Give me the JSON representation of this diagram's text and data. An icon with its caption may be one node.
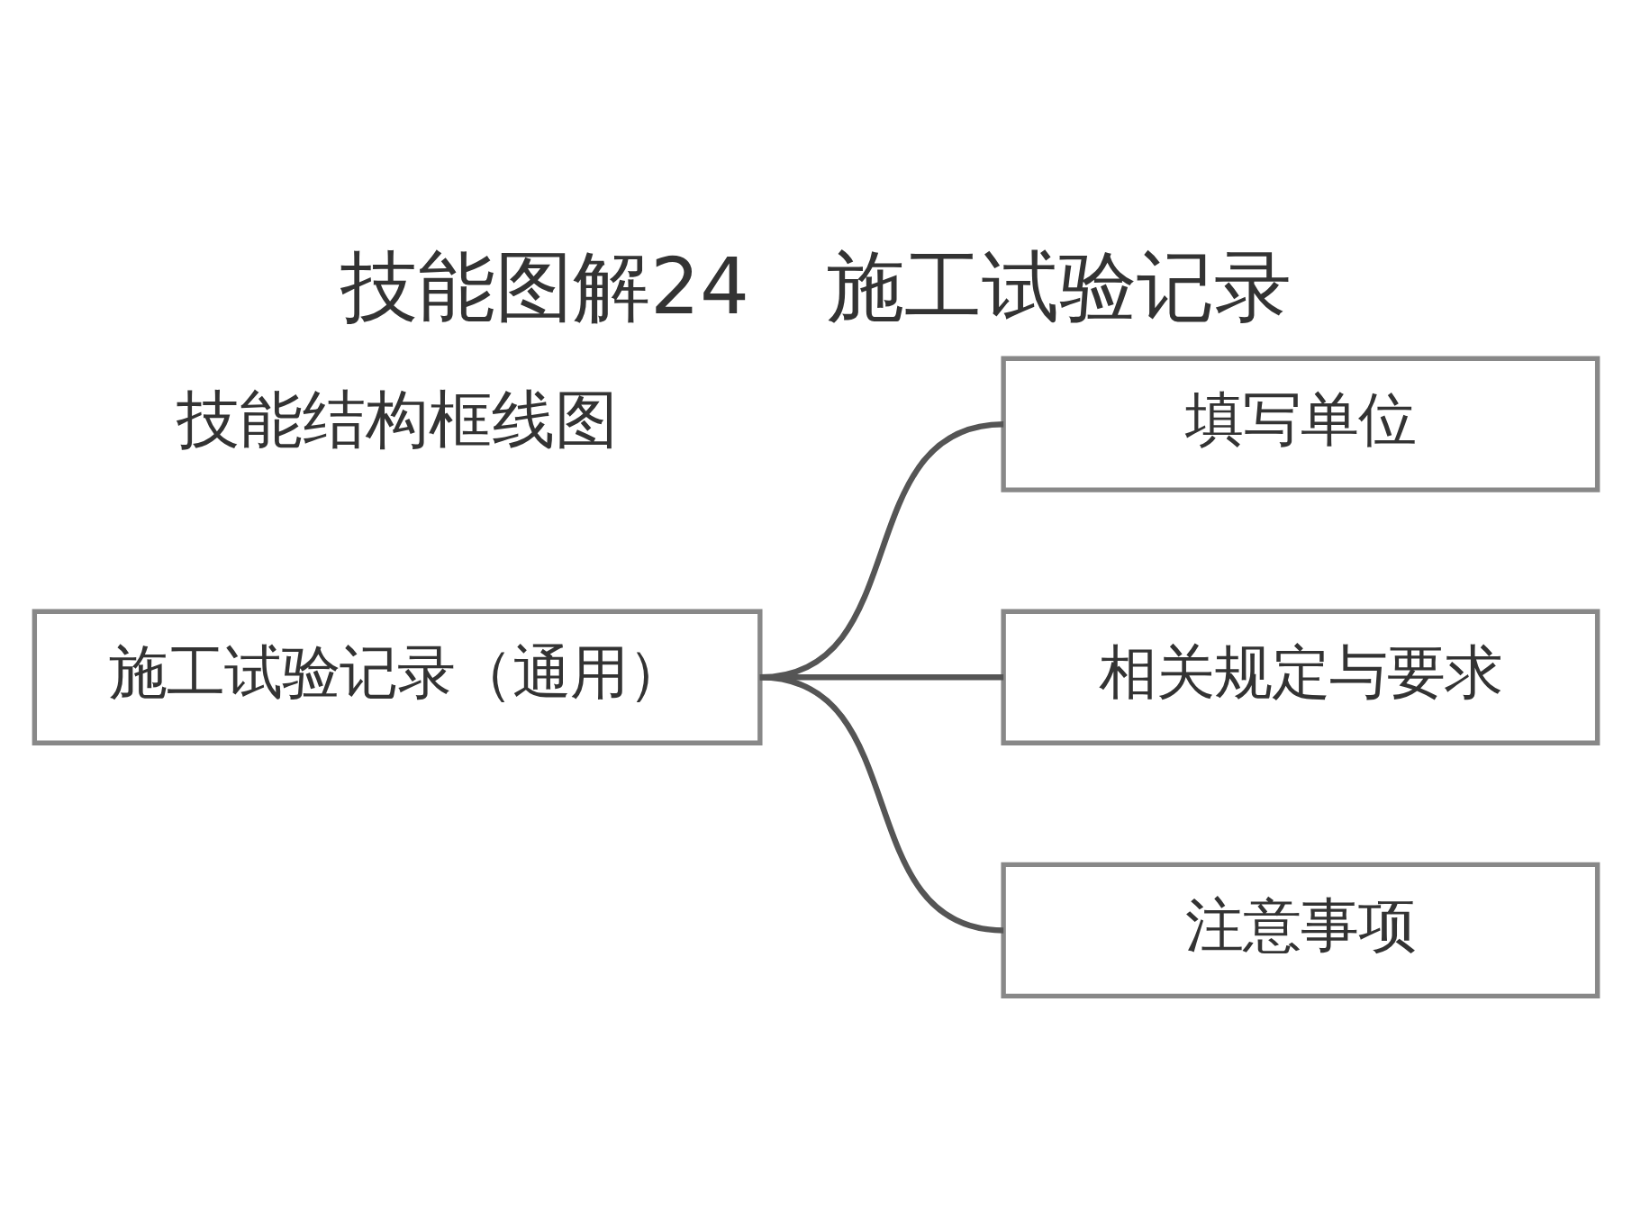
{
  "diagram": {
    "title": "技能图解24　施工试验记录",
    "nodes": [
      {
        "text": [
          "施工试验记录（通用）"
        ]
      },
      {
        "text": [
          "填写单位"
        ]
      },
      {
        "text": [
          "相关规定与要求"
        ]
      },
      {
        "text": [
          "注意事项"
        ]
      }
    ],
    "edges": [
      {
        "from": 0,
        "to": 1,
        "arrow": "none"
      },
      {
        "from": 0,
        "to": 2,
        "arrow": "none"
      },
      {
        "from": 0,
        "to": 3,
        "arrow": "none"
      }
    ],
    "labels": [
      "技能结构框线图"
    ]
  }
}
